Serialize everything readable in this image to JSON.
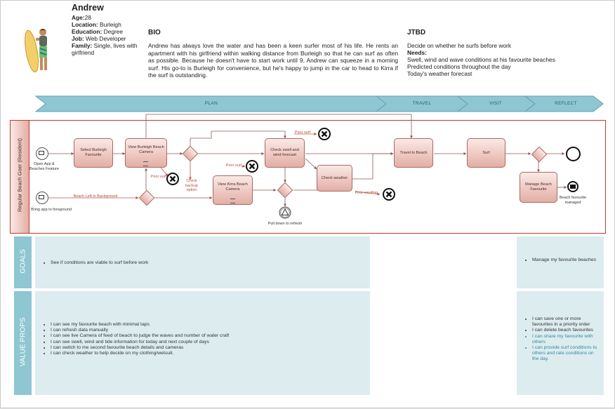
{
  "persona": {
    "name": "Andrew",
    "age_label": "Age:",
    "age": "28",
    "location_label": "Location:",
    "location": "Burleigh",
    "education_label": "Education:",
    "education": "Degree",
    "job_label": "Job:",
    "job": "Web Developer",
    "family_label": "Family:",
    "family": "Single, lives with girlfriend"
  },
  "bio": {
    "heading": "BIO",
    "text": "Andrew has always love the water and has been a keen surfer most of his life. He rents an apartment with his girlfriend within walking distance from Burleigh so that he can surf as often as possible. Because he doesn't have to start work until 9, Andrew can squeeze in a morning surf. His go-to is Burleigh for convenience, but he's happy to jump in the car to head to Kirra if the surf is outstanding."
  },
  "jtbd": {
    "heading": "JTBD",
    "job": "Decide on whether he surfs before work",
    "needs_label": "Needs:",
    "needs": [
      "Swell, wind and wave conditions at his favourite beaches",
      "Predicted conditions throughout the day",
      "Today's weather forecast"
    ]
  },
  "phases": [
    "PLAN",
    "TRAVEL",
    "VISIT",
    "REFLECT"
  ],
  "lane_label": "Regular Beach Goer (Resident)",
  "flow": {
    "start_event_1": "Open App & Beaches Feature",
    "start_event_2": "Bring app to foreground",
    "msg_bg": "Beach Left in Background",
    "task_select": "Select Burleigh Favourite",
    "task_view_burleigh": "View Burleigh Beach Camera",
    "check_backup": "Check backup option",
    "poor_surf_1": "Poor surf",
    "task_view_kirra": "View Kirra Beach Camera",
    "poor_surf_2": "Poor surf",
    "task_check_swell": "Check swell and wind forecast",
    "poor_surf_3": "Poor surf",
    "task_check_weather": "Check weather",
    "poor_weather": "Poor weather",
    "pull_refresh": "Pull down to refresh",
    "task_travel": "Travel to Beach",
    "task_surf": "Surf",
    "task_manage": "Manage Beach Favourite",
    "end_managed": "Beach favourite managed"
  },
  "goals": {
    "label": "GOALS",
    "plan_items": [
      "See if conditions are viable to surf before work"
    ],
    "reflect_items": [
      "Manage my favourite beaches"
    ]
  },
  "value_props": {
    "label": "VALUE PROPS",
    "plan_items": [
      "I can see my favourite beach with minimal taps",
      "I can refresh data manually",
      "I can see live Camera of feed of beach to judge the waves and number of water craft",
      "I can see swell, wind and tide information for today and next couple of days",
      "I can switch to me second favourite beach details and cameras",
      "I can check weather to help decide on my clothing/wetsuit."
    ],
    "reflect_items": [
      "I can save one or more favourites in a priority order",
      "I can delete beach favourites"
    ],
    "reflect_items_highlight": [
      "I can share my favourite with others",
      "I can provide surf conditions to others and rate conditions on the day."
    ]
  },
  "colors": {
    "band": "#8ec6d1",
    "panel": "#dcecef",
    "task_fill": "#e8b4ab",
    "task_stroke": "#a86b60",
    "lane_border": "#c0392b"
  }
}
